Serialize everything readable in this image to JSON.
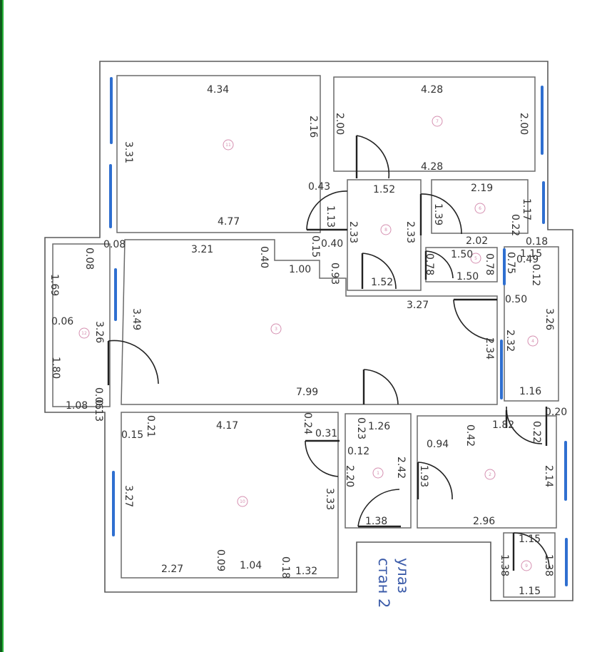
{
  "entrance_label": [
    "улаз",
    "стан 2"
  ],
  "room_numbers": [
    "11",
    "7",
    "8",
    "6",
    "5",
    "3",
    "12",
    "4",
    "10",
    "1",
    "2",
    "9"
  ],
  "dimensions": [
    "4.34",
    "2.16",
    "3.31",
    "4.77",
    "4.28",
    "2.00",
    "2.00",
    "4.28",
    "0.43",
    "1.13",
    "1.52",
    "2.33",
    "2.33",
    "1.52",
    "2.19",
    "1.39",
    "1.17",
    "0.22",
    "2.02",
    "0.18",
    "1.50",
    "0.78",
    "0.78",
    "1.50",
    "1.15",
    "0.75",
    "0.49",
    "0.12",
    "0.08",
    "3.21",
    "0.40",
    "0.15",
    "0.40",
    "1.00",
    "0.93",
    "3.27",
    "0.50",
    "3.26",
    "3.49",
    "2.34",
    "2.32",
    "1.16",
    "7.99",
    "0.08",
    "1.69",
    "0.06",
    "3.26",
    "1.80",
    "0.06",
    "1.08",
    "0.13",
    "0.21",
    "0.15",
    "4.17",
    "0.24",
    "0.31",
    "3.27",
    "3.33",
    "2.20",
    "0.23",
    "1.26",
    "0.12",
    "2.42",
    "1.38",
    "2.27",
    "0.09",
    "1.04",
    "0.18",
    "1.32",
    "1.93",
    "0.94",
    "0.42",
    "1.82",
    "0.22",
    "0.20",
    "2.14",
    "2.96",
    "1.15",
    "1.38",
    "1.38",
    "1.15"
  ]
}
